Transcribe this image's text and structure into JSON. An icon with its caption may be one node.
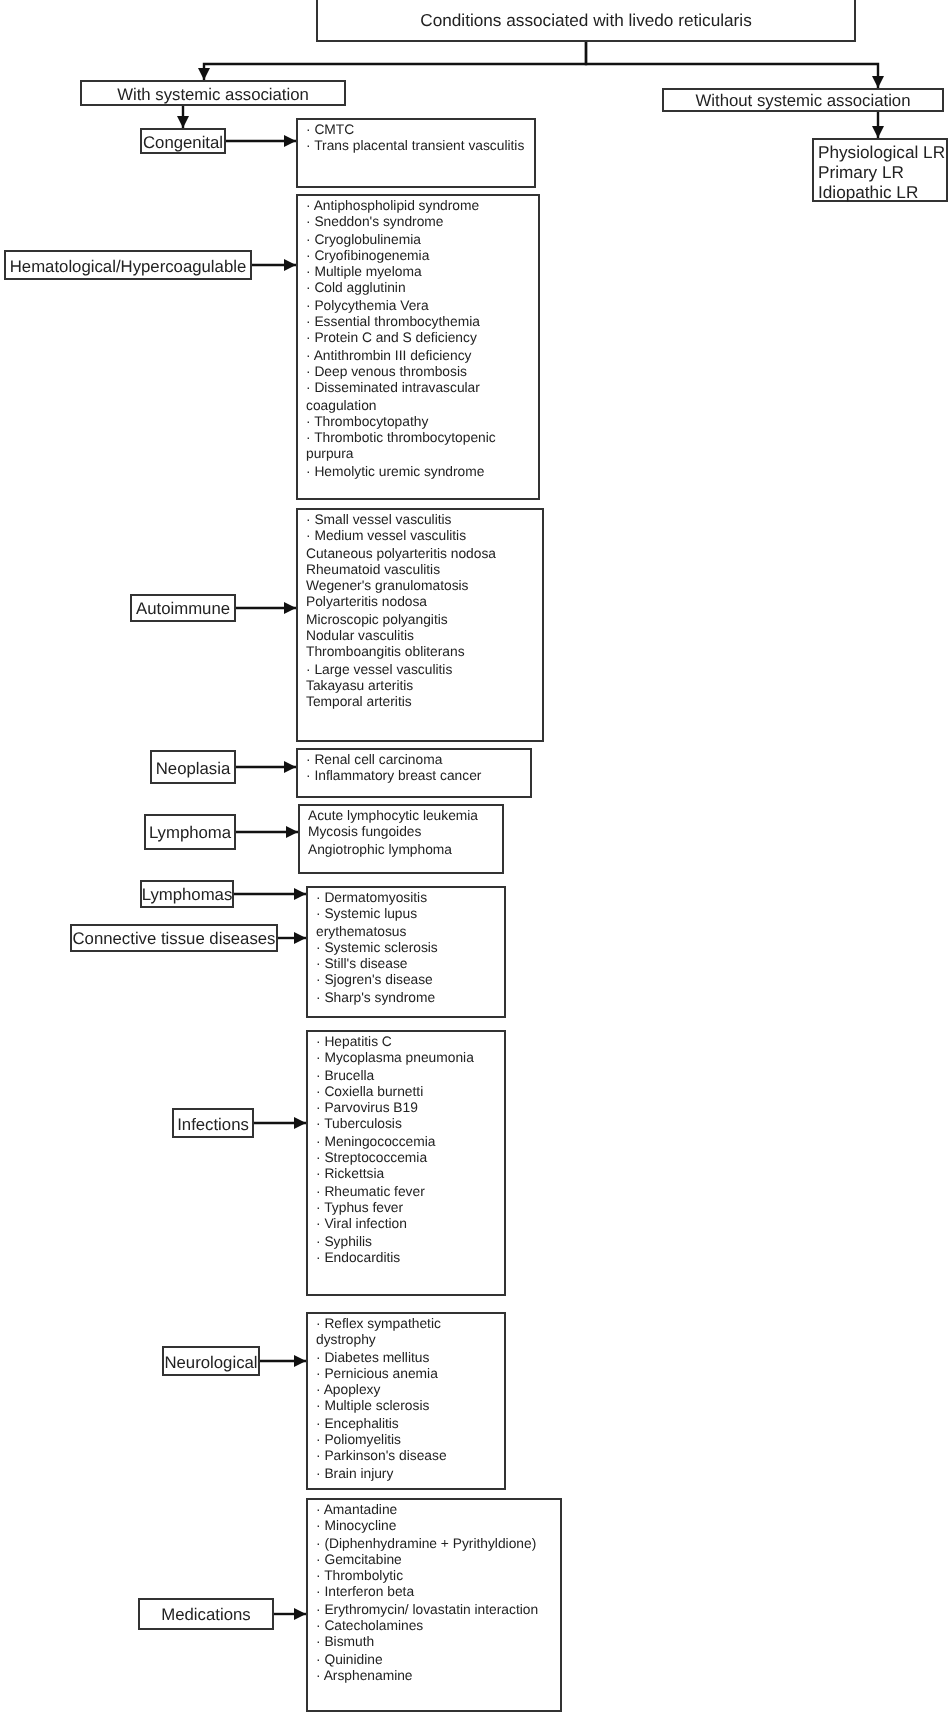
{
  "diagram": {
    "nodes": [
      {
        "text": [
          "Conditions associated with livedo reticularis"
        ]
      },
      {
        "text": [
          "With systemic association"
        ]
      },
      {
        "text": [
          "Without systemic association"
        ]
      },
      {
        "text": [
          "Congenital"
        ]
      },
      {
        "text": [
          "· CMTC",
          "· Trans placental transient vasculitis"
        ]
      },
      {
        "text": [
          "Physiological LR",
          "Primary LR",
          "Idiopathic LR"
        ]
      },
      {
        "text": [
          "Hematological/Hypercoagulable"
        ]
      },
      {
        "text": [
          "· Antiphospholipid syndrome",
          "· Sneddon's syndrome",
          "· Cryoglobulinemia",
          "· Cryofibinogenemia",
          "· Multiple myeloma",
          "· Cold agglutinin",
          "· Polycythemia Vera",
          "· Essential thrombocythemia",
          "· Protein C and S deficiency",
          "· Antithrombin III deficiency",
          "· Deep venous thrombosis",
          "· Disseminated intravascular coagulation",
          "· Thrombocytopathy",
          "· Thrombotic thrombocytopenic purpura",
          "· Hemolytic uremic syndrome"
        ]
      },
      {
        "text": [
          "Autoimmune"
        ]
      },
      {
        "text": [
          "· Small vessel vasculitis",
          "· Medium vessel vasculitis",
          "Cutaneous polyarteritis nodosa",
          "Rheumatoid vasculitis",
          "Wegener's granulomatosis",
          "Polyarteritis nodosa",
          "Microscopic polyangitis",
          "Nodular vasculitis",
          "Thromboangitis obliterans",
          "· Large vessel vasculitis",
          "Takayasu arteritis",
          "Temporal arteritis"
        ]
      },
      {
        "text": [
          "Neoplasia"
        ]
      },
      {
        "text": [
          "· Renal cell carcinoma",
          "· Inflammatory breast cancer"
        ]
      },
      {
        "text": [
          "Lymphoma"
        ]
      },
      {
        "text": [
          "Acute lymphocytic leukemia",
          "Mycosis fungoides",
          "Angiotrophic lymphoma"
        ]
      },
      {
        "text": [
          "Lymphomas"
        ]
      },
      {
        "text": [
          "Connective tissue diseases"
        ]
      },
      {
        "text": [
          "· Dermatomyositis",
          "· Systemic lupus erythematosus",
          "· Systemic sclerosis",
          "· Still's disease",
          "· Sjogren's disease",
          "· Sharp's syndrome"
        ]
      },
      {
        "text": [
          "Infections"
        ]
      },
      {
        "text": [
          "· Hepatitis C",
          "· Mycoplasma pneumonia",
          "· Brucella",
          "· Coxiella burnetti",
          "· Parvovirus B19",
          "· Tuberculosis",
          "· Meningococcemia",
          "· Streptococcemia",
          "· Rickettsia",
          "· Rheumatic fever",
          "· Typhus fever",
          "· Viral infection",
          "· Syphilis",
          "· Endocarditis"
        ]
      },
      {
        "text": [
          "Neurological"
        ]
      },
      {
        "text": [
          "· Reflex sympathetic dystrophy",
          "· Diabetes mellitus",
          "· Pernicious anemia",
          "· Apoplexy",
          "· Multiple sclerosis",
          "· Encephalitis",
          "· Poliomyelitis",
          "· Parkinson's disease",
          "· Brain injury"
        ]
      },
      {
        "text": [
          "Medications"
        ]
      },
      {
        "text": [
          "· Amantadine",
          "· Minocycline",
          "· (Diphenhydramine + Pyrithyldione)",
          "· Gemcitabine",
          "· Thrombolytic",
          "· Interferon beta",
          "· Erythromycin/ lovastatin interaction",
          "· Catecholamines",
          "· Bismuth",
          "· Quinidine",
          "· Arsphenamine"
        ]
      }
    ],
    "edges": [
      {
        "from": 0,
        "to": 1,
        "arrow": "to"
      },
      {
        "from": 0,
        "to": 2,
        "arrow": "to"
      },
      {
        "from": 1,
        "to": 3,
        "arrow": "to"
      },
      {
        "from": 2,
        "to": 5,
        "arrow": "to"
      },
      {
        "from": 3,
        "to": 4,
        "arrow": "to"
      },
      {
        "from": 6,
        "to": 7,
        "arrow": "to"
      },
      {
        "from": 8,
        "to": 9,
        "arrow": "to"
      },
      {
        "from": 10,
        "to": 11,
        "arrow": "to"
      },
      {
        "from": 12,
        "to": 13,
        "arrow": "to"
      },
      {
        "from": 14,
        "to": 16,
        "arrow": "to"
      },
      {
        "from": 15,
        "to": 16,
        "arrow": "to"
      },
      {
        "from": 17,
        "to": 18,
        "arrow": "to"
      },
      {
        "from": 19,
        "to": 20,
        "arrow": "to"
      },
      {
        "from": 21,
        "to": 22,
        "arrow": "to"
      }
    ]
  }
}
